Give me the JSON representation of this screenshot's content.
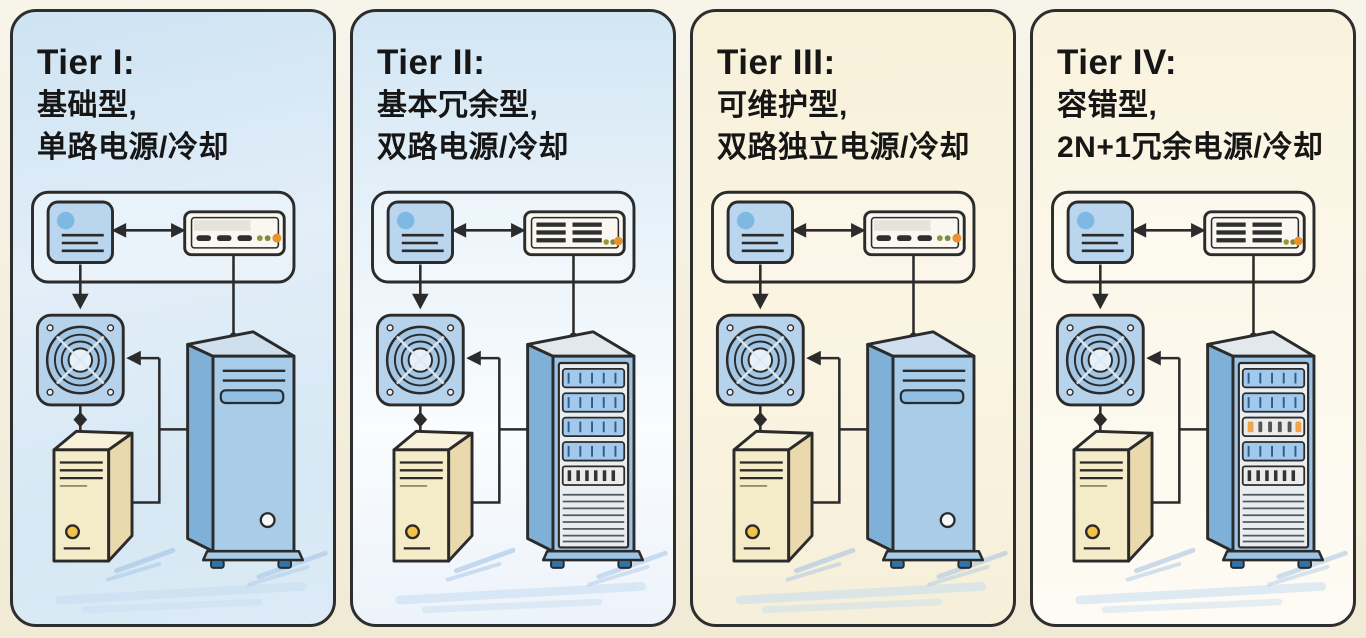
{
  "panels": [
    {
      "tier_label": "Tier I:",
      "desc_line1": "基础型,",
      "desc_line2": "单路电源/冷却",
      "style": "basic",
      "equipment": [
        "control-unit-icon",
        "power-distribution-unit-icon",
        "cooling-fan-icon",
        "ups-tower-icon",
        "server-tower-icon"
      ]
    },
    {
      "tier_label": "Tier II:",
      "desc_line1": "基本冗余型,",
      "desc_line2": "双路电源/冷却",
      "style": "redundant",
      "equipment": [
        "control-unit-icon",
        "power-distribution-unit-multi-icon",
        "cooling-fan-icon",
        "ups-tower-icon",
        "rack-server-icon"
      ]
    },
    {
      "tier_label": "Tier III:",
      "desc_line1": "可维护型,",
      "desc_line2": "双路独立电源/冷却",
      "style": "basic",
      "equipment": [
        "control-unit-icon",
        "power-distribution-unit-icon",
        "cooling-fan-icon",
        "ups-tower-icon",
        "server-tower-icon"
      ]
    },
    {
      "tier_label": "Tier IV:",
      "desc_line1": "容错型,",
      "desc_line2": "2N+1冗余电源/冷却",
      "style": "redundant-accent",
      "equipment": [
        "control-unit-icon",
        "power-distribution-unit-multi-icon",
        "cooling-fan-icon",
        "ups-tower-icon",
        "rack-server-accent-icon"
      ]
    }
  ],
  "colors": {
    "outline": "#2e2e2e",
    "wire": "#2b2b2b",
    "panel_blue_bg": "#d6e8f4",
    "panel_cream_bg": "#f8f1da",
    "device_blue": "#a9cce9",
    "device_blue_dark": "#7fb0d8",
    "device_beige": "#f4ebc8",
    "fan_blue": "#b7d3ec",
    "pdu_body": "#f9f7f0",
    "accent_orange": "#e8912d",
    "button_yellow": "#f2c34a",
    "shadow_blue": "#9fc0e6"
  }
}
